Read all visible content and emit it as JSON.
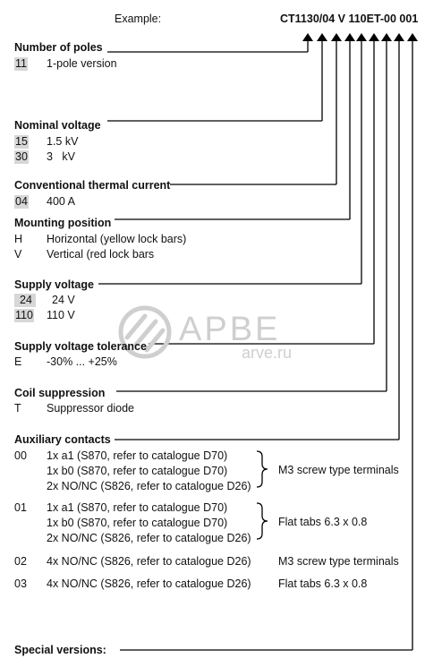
{
  "example": {
    "label": "Example:",
    "code": "CT1130/04 V 110ET-00 001"
  },
  "sections": {
    "poles": {
      "title": "Number of poles",
      "items": [
        {
          "code": "11",
          "desc": "1-pole version"
        }
      ]
    },
    "voltage": {
      "title": "Nominal voltage",
      "items": [
        {
          "code": "15",
          "desc": "1.5 kV"
        },
        {
          "code": "30",
          "desc": "3   kV"
        }
      ]
    },
    "thermal": {
      "title": "Conventional thermal current",
      "items": [
        {
          "code": "04",
          "desc": "400 A"
        }
      ]
    },
    "mounting": {
      "title": "Mounting position",
      "items": [
        {
          "code": "H",
          "desc": "Horizontal (yellow lock bars)"
        },
        {
          "code": "V",
          "desc": "Vertical (red lock bars"
        }
      ]
    },
    "supply": {
      "title": "Supply voltage",
      "items": [
        {
          "code": "24",
          "desc": "24 V"
        },
        {
          "code": "110",
          "desc": "110 V"
        }
      ]
    },
    "tolerance": {
      "title": "Supply voltage tolerance",
      "items": [
        {
          "code": "E",
          "desc": "-30% ... +25%"
        }
      ]
    },
    "coil": {
      "title": "Coil suppression",
      "items": [
        {
          "code": "T",
          "desc": "Suppressor diode"
        }
      ]
    },
    "aux": {
      "title": "Auxiliary contacts",
      "groups": [
        {
          "code": "00",
          "lines": [
            "1x a1 (S870, refer to catalogue D70)",
            "1x b0 (S870, refer to catalogue D70)",
            "2x NO/NC (S826, refer to catalogue D26)"
          ],
          "terminal": "M3 screw type terminals"
        },
        {
          "code": "01",
          "lines": [
            "1x a1 (S870, refer to catalogue D70)",
            "1x b0 (S870, refer to catalogue D70)",
            "2x NO/NC (S826, refer to catalogue D26)"
          ],
          "terminal": "Flat tabs 6.3 x 0.8"
        },
        {
          "code": "02",
          "lines": [
            "4x NO/NC (S826, refer to catalogue D26)"
          ],
          "terminal": "M3 screw type terminals"
        },
        {
          "code": "03",
          "lines": [
            "4x NO/NC (S826, refer to catalogue D26)"
          ],
          "terminal": "Flat tabs 6.3 x 0.8"
        }
      ]
    },
    "special": {
      "title": "Special versions:"
    }
  },
  "watermark": {
    "brand": "APBE",
    "site": "arve.ru"
  },
  "colors": {
    "code_bg": "#d7d7d7",
    "line": "#000000",
    "watermark": "#cfcfcf"
  }
}
